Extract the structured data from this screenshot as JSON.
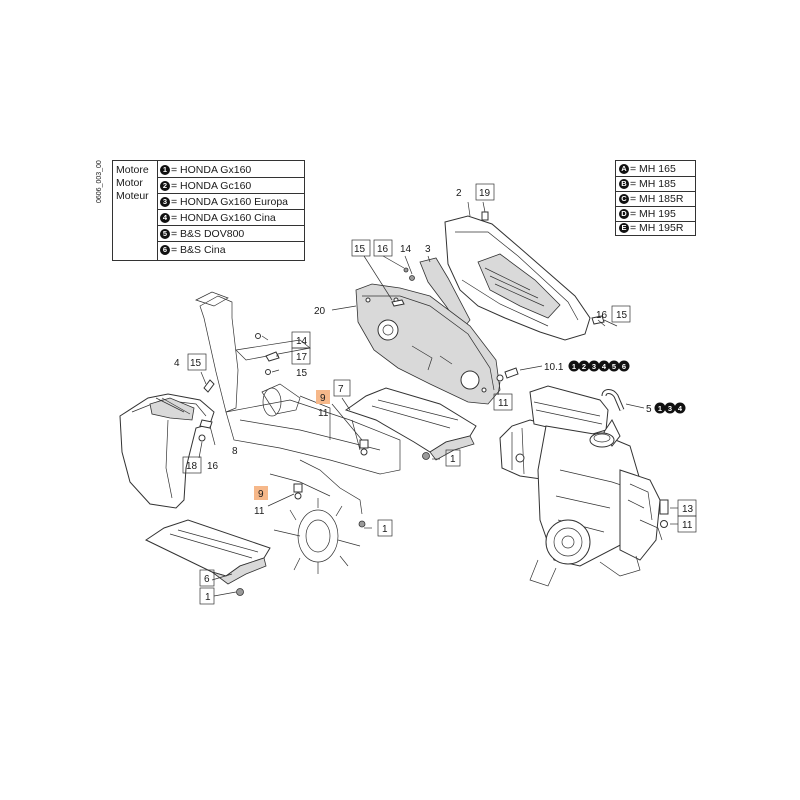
{
  "side_code": "0606_003_00",
  "engine_legend": {
    "headers": [
      "Motore",
      "Motor",
      "Moteur"
    ],
    "items": [
      {
        "badge": "1",
        "text": "= HONDA Gx160"
      },
      {
        "badge": "2",
        "text": "= HONDA Gc160"
      },
      {
        "badge": "3",
        "text": "= HONDA Gx160 Europa"
      },
      {
        "badge": "4",
        "text": "= HONDA Gx160 Cina"
      },
      {
        "badge": "5",
        "text": "= B&S DOV800"
      },
      {
        "badge": "6",
        "text": "= B&S Cina"
      }
    ]
  },
  "model_legend": {
    "items": [
      {
        "badge": "A",
        "text": "= MH 165"
      },
      {
        "badge": "B",
        "text": "= MH 185"
      },
      {
        "badge": "C",
        "text": "= MH 185R"
      },
      {
        "badge": "D",
        "text": "= MH 195"
      },
      {
        "badge": "E",
        "text": "= MH 195R"
      }
    ]
  },
  "callouts": {
    "c2": "2",
    "c19": "19",
    "c15a": "15",
    "c16a": "16",
    "c14a": "14",
    "c3": "3",
    "c20": "20",
    "c16b": "16",
    "c15b": "15",
    "c14b": "14",
    "c17": "17",
    "c15c": "15",
    "c4": "4",
    "c15d": "15",
    "c7": "7",
    "c9a": "9",
    "c11a": "11",
    "c10_1": "10.1",
    "c11b": "11",
    "c5": "5",
    "c8": "8",
    "c18": "18",
    "c16c": "16",
    "c1a": "1",
    "c9b": "9",
    "c11c": "11",
    "c1b": "1",
    "c13": "13",
    "c11d": "11",
    "c6": "6",
    "c1c": "1"
  },
  "badge_groups": {
    "g10_1": [
      "1",
      "2",
      "3",
      "4",
      "5",
      "6"
    ],
    "g5": [
      "1",
      "3",
      "4"
    ]
  },
  "colors": {
    "highlight": "#f6b88a",
    "ink": "#1a1a1a",
    "badge": "#111111"
  }
}
